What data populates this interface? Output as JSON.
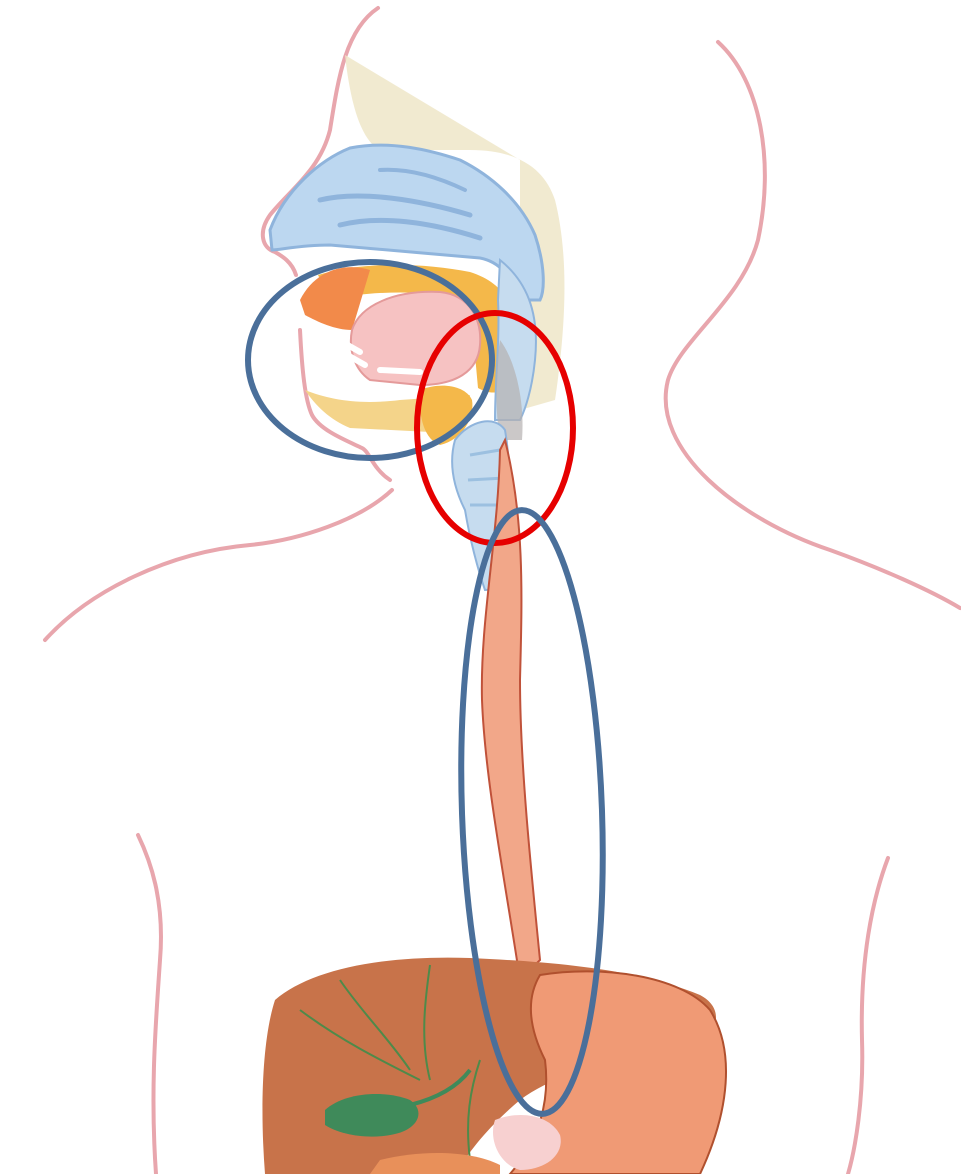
{
  "diagram": {
    "subject": "",
    "colors": {
      "background": "#ffffff",
      "body_outline": "#e8a6ad",
      "nasal_cavity": "#bcd7f0",
      "nasal_stroke": "#8fb4dc",
      "oral_orange": "#f28a4a",
      "palate_yellow": "#f4b84a",
      "tongue_pink": "#f6c2c2",
      "larynx_blue": "#c6dcef",
      "esophagus": "#f2a789",
      "esophagus_stroke": "#c0523a",
      "liver": "#c8734a",
      "stomach": "#f09a75",
      "gallbladder": "#3f8a5a",
      "highlight_blue": "#4a6f9a",
      "highlight_red": "#e60000"
    },
    "highlights": [
      {
        "id": "mouth",
        "color_name": "blue"
      },
      {
        "id": "pharynx",
        "color_name": "red"
      },
      {
        "id": "esophagus",
        "color_name": "blue"
      }
    ]
  }
}
